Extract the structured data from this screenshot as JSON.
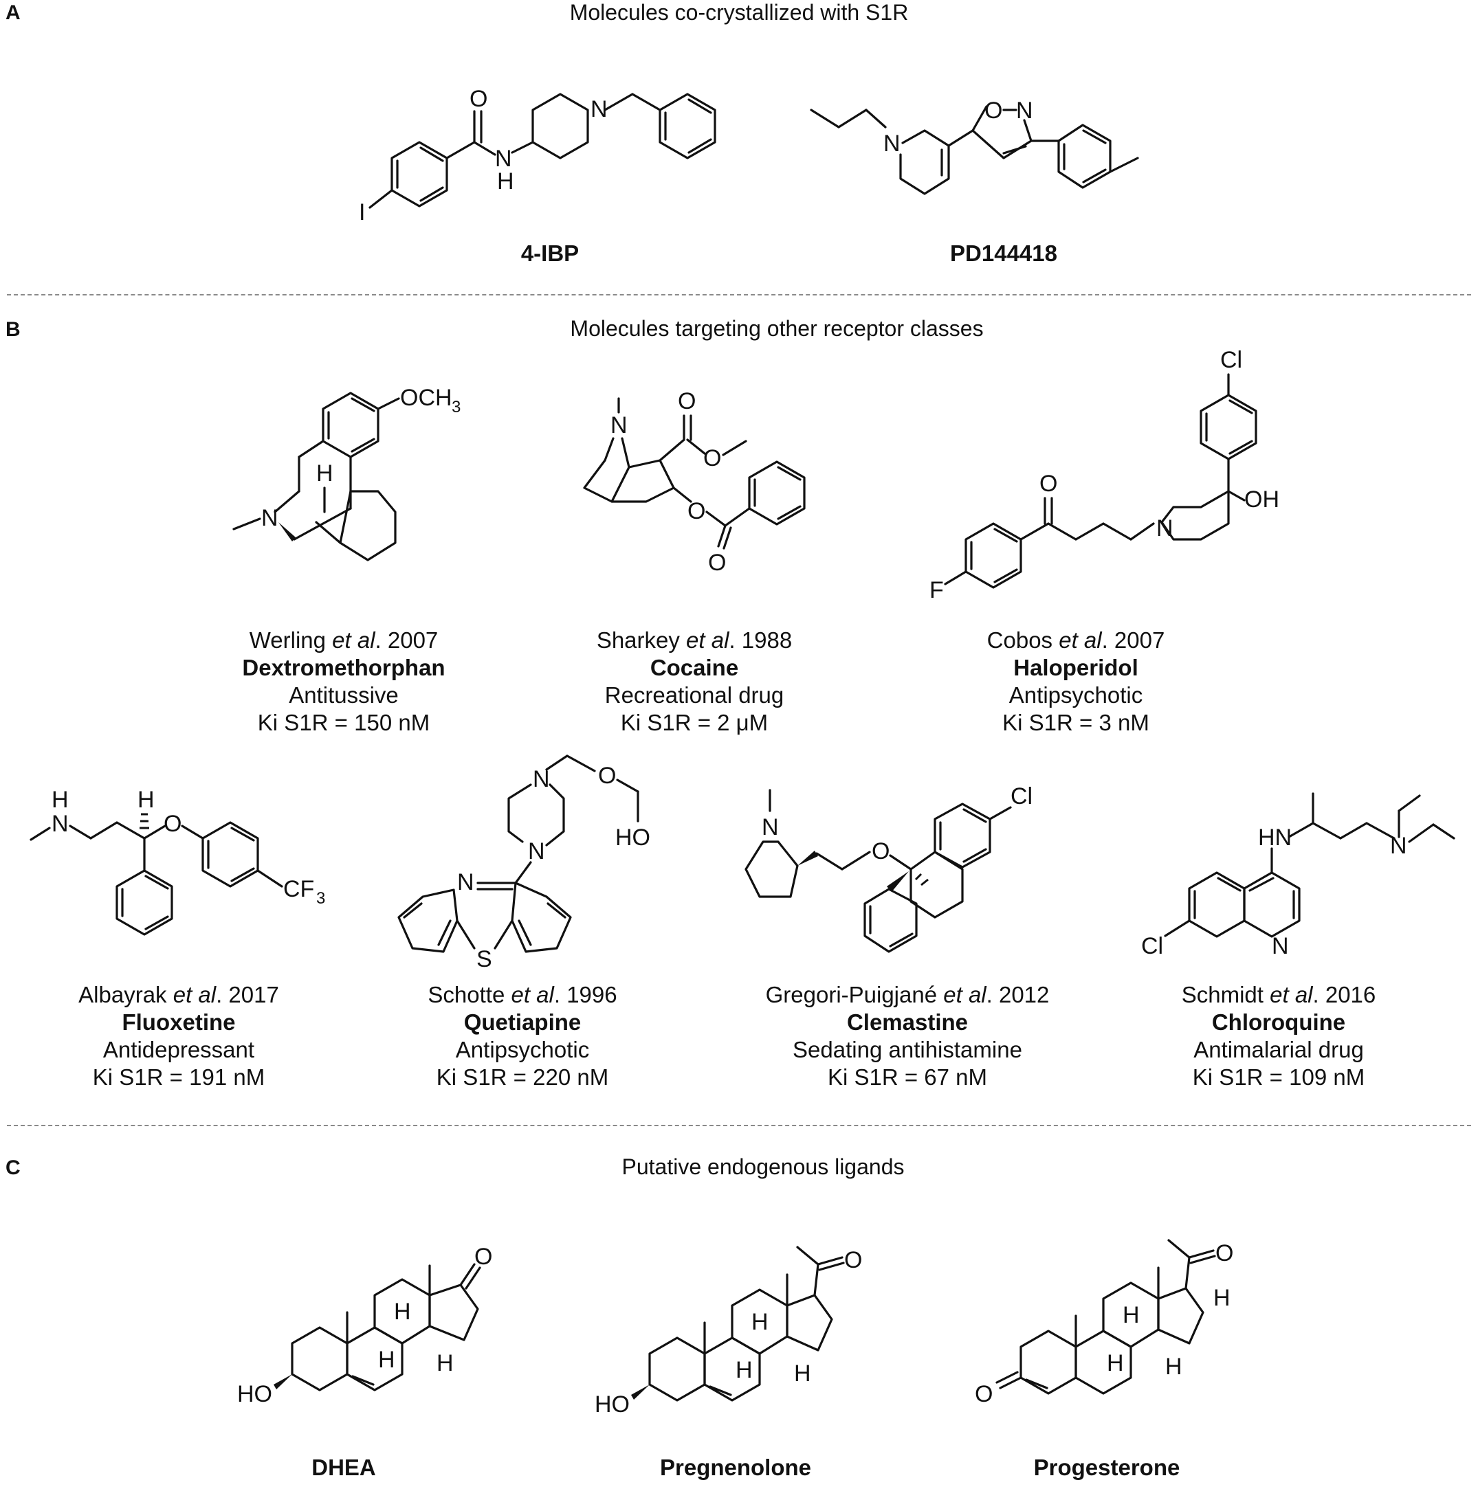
{
  "panels": {
    "A": {
      "letter": "A",
      "title": "Molecules co-crystallized with S1R"
    },
    "B": {
      "letter": "B",
      "title": "Molecules targeting other receptor classes"
    },
    "C": {
      "letter": "C",
      "title": "Putative endogenous ligands"
    }
  },
  "panelA": [
    {
      "name": "4-IBP"
    },
    {
      "name": "PD144418"
    }
  ],
  "panelB": [
    {
      "ref_author": "Werling",
      "ref_etal": "et al",
      "ref_year": ". 2007",
      "name": "Dextromethorphan",
      "use": "Antitussive",
      "ki": "Ki S1R = 150 nM"
    },
    {
      "ref_author": "Sharkey",
      "ref_etal": "et al",
      "ref_year": ". 1988",
      "name": "Cocaine",
      "use": "Recreational drug",
      "ki": "Ki S1R = 2 μM"
    },
    {
      "ref_author": "Cobos",
      "ref_etal": "et al",
      "ref_year": ". 2007",
      "name": "Haloperidol",
      "use": "Antipsychotic",
      "ki": "Ki S1R = 3 nM"
    },
    {
      "ref_author": "Albayrak",
      "ref_etal": "et al",
      "ref_year": ". 2017",
      "name": "Fluoxetine",
      "use": "Antidepressant",
      "ki": "Ki S1R = 191 nM"
    },
    {
      "ref_author": "Schotte",
      "ref_etal": "et al",
      "ref_year": ". 1996",
      "name": "Quetiapine",
      "use": "Antipsychotic",
      "ki": "Ki S1R = 220 nM"
    },
    {
      "ref_author": "Gregori-Puigjané",
      "ref_etal": "et al",
      "ref_year": ". 2012",
      "name": "Clemastine",
      "use": "Sedating antihistamine",
      "ki": "Ki S1R = 67 nM"
    },
    {
      "ref_author": "Schmidt",
      "ref_etal": "et al",
      "ref_year": ". 2016",
      "name": "Chloroquine",
      "use": "Antimalarial drug",
      "ki": "Ki S1R = 109 nM"
    }
  ],
  "panelC": [
    {
      "name": "DHEA"
    },
    {
      "name": "Pregnenolone"
    },
    {
      "name": "Progesterone"
    }
  ],
  "atoms": {
    "O": "O",
    "N": "N",
    "NH_N": "N",
    "NH_H": "H",
    "I": "I",
    "F": "F",
    "Cl": "Cl",
    "S": "S",
    "H": "H",
    "OH": "OH",
    "HO": "HO",
    "OCH": "OCH",
    "sub3": "3",
    "CF": "CF",
    "HN": "HN"
  }
}
